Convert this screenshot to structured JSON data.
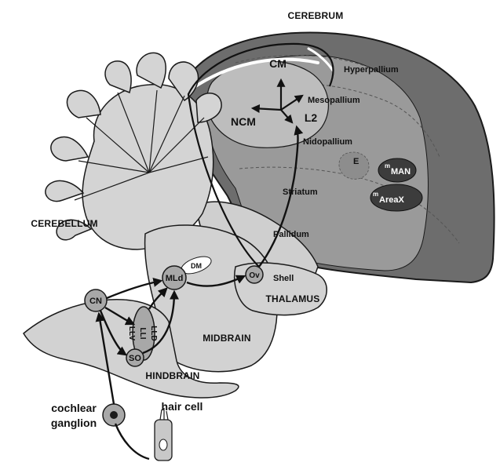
{
  "regions": {
    "cerebrum": "CEREBRUM",
    "cerebellum": "CEREBELLUM",
    "thalamus": "THALAMUS",
    "midbrain": "MIDBRAIN",
    "hindbrain": "HINDBRAIN"
  },
  "pallial_labels": {
    "hyperpallium": "Hyperpallium",
    "mesopallium": "Mesopallium",
    "nidopallium": "Nidopallium",
    "striatum": "Striatum",
    "pallidum": "Pallidum",
    "e": "E"
  },
  "nuclei": {
    "cm": "CM",
    "ncm": "NCM",
    "l2": "L2",
    "man_prefix": "m",
    "man": "MAN",
    "areax_prefix": "m",
    "areax": "AreaX",
    "ov": "Ov",
    "shell": "Shell",
    "mld": "MLd",
    "dm": "DM",
    "cn": "CN",
    "so": "SO",
    "llv": "LLV",
    "lli": "LLI",
    "lld": "LLD"
  },
  "periphery": {
    "cochlear_line1": "cochlear",
    "cochlear_line2": "ganglion",
    "hair_cell": "hair cell"
  },
  "colors": {
    "cerebrum_outer": "#6d6d6d",
    "cerebrum_inner": "#9a9a9a",
    "field_l": "#bdbdbd",
    "brainstem": "#d2d2d2",
    "nucleus_fill": "#a8a8a8",
    "song_nucleus": "#3c3c3c",
    "outline": "#1a1a1a"
  }
}
